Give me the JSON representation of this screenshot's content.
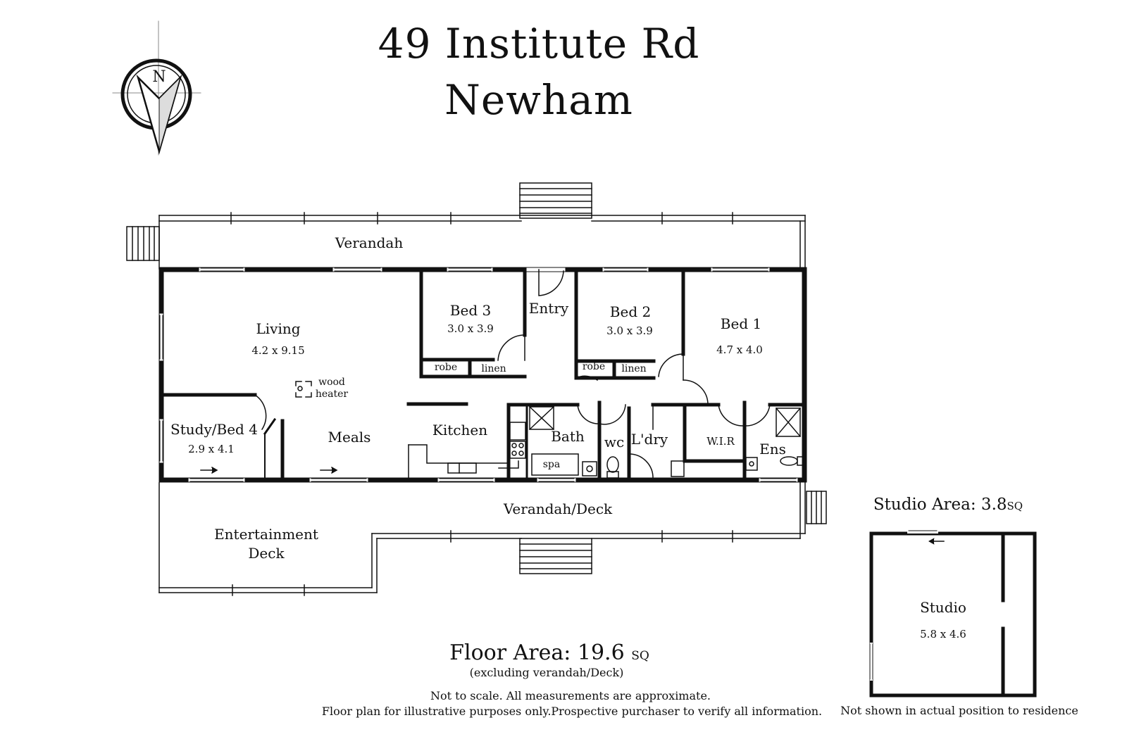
{
  "header": {
    "title_line1": "49 Institute Rd",
    "title_line2": "Newham",
    "compass_letter": "N"
  },
  "rooms": {
    "verandah_top": "Verandah",
    "living": {
      "name": "Living",
      "dim": "4.2 x 9.15"
    },
    "wood_heater": [
      "wood",
      "heater"
    ],
    "bed3": {
      "name": "Bed 3",
      "dim": "3.0 x 3.9"
    },
    "entry": "Entry",
    "bed2": {
      "name": "Bed 2",
      "dim": "3.0 x 3.9"
    },
    "bed1": {
      "name": "Bed 1",
      "dim": "4.7 x 4.0"
    },
    "robe": "robe",
    "linen": "linen",
    "study": {
      "name": "Study/Bed 4",
      "dim": "2.9 x 4.1"
    },
    "meals": "Meals",
    "kitchen": "Kitchen",
    "bath": "Bath",
    "spa": "spa",
    "wc": "wc",
    "laundry": "L'dry",
    "wir": "W.I.R",
    "ens": "Ens",
    "verandah_deck": "Verandah/Deck",
    "entertainment_deck": [
      "Entertainment",
      "Deck"
    ],
    "studio": {
      "name": "Studio",
      "dim": "5.8 x 4.6"
    }
  },
  "footer": {
    "floor_area_label": "Floor Area: 19.6",
    "floor_area_unit": "SQ",
    "floor_area_note": "(excluding verandah/Deck)",
    "disclaimer1": "Not to scale. All measurements are approximate.",
    "disclaimer2": "Floor plan for illustrative purposes only.Prospective purchaser to verify all information."
  },
  "studio_block": {
    "area_label": "Studio Area: 3.8",
    "area_unit": "SQ",
    "note": "Not shown in actual position to residence"
  }
}
